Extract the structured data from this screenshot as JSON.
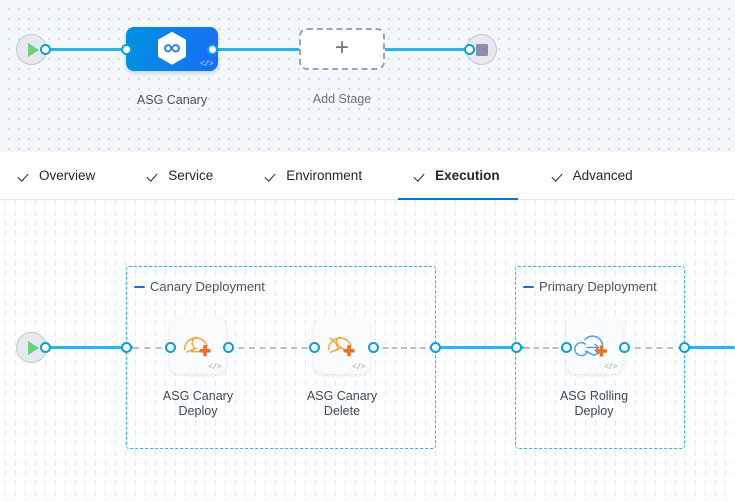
{
  "stage_canvas": {
    "start_node": {
      "icon": "play-icon"
    },
    "end_node": {
      "icon": "stop-icon"
    },
    "stage": {
      "label": "ASG Canary",
      "icon": "harness-hexagon-icon",
      "code_badge": "</>"
    },
    "add_stage": {
      "label": "Add Stage",
      "icon": "plus-icon"
    }
  },
  "tabs": [
    {
      "label": "Overview",
      "active": false,
      "icon": "check-icon"
    },
    {
      "label": "Service",
      "active": false,
      "icon": "check-icon"
    },
    {
      "label": "Environment",
      "active": false,
      "icon": "check-icon"
    },
    {
      "label": "Execution",
      "active": true,
      "icon": "check-icon"
    },
    {
      "label": "Advanced",
      "active": false,
      "icon": "check-icon"
    }
  ],
  "execution": {
    "start_node": {
      "icon": "play-icon"
    },
    "groups": [
      {
        "name": "canary-deployment",
        "label": "Canary Deployment"
      },
      {
        "name": "primary-deployment",
        "label": "Primary Deployment"
      }
    ],
    "steps": [
      {
        "name": "asg-canary-deploy",
        "label_line1": "ASG Canary",
        "label_line2": "Deploy",
        "icon": "asg-canary-deploy-icon",
        "code_badge": "</>"
      },
      {
        "name": "asg-canary-delete",
        "label_line1": "ASG Canary",
        "label_line2": "Delete",
        "icon": "asg-canary-delete-icon",
        "code_badge": "</>"
      },
      {
        "name": "asg-rolling-deploy",
        "label_line1": "ASG Rolling",
        "label_line2": "Deploy",
        "icon": "asg-rolling-deploy-icon",
        "code_badge": "</>"
      }
    ]
  },
  "colors": {
    "edge_blue": "#29b5e8",
    "tab_active": "#0278d5",
    "stage_gradient_from": "#0091e0",
    "stage_gradient_to": "#1a6ef5",
    "group_border": "#29b5e8",
    "icon_amber": "#f0a23c",
    "icon_orange": "#ef6f2a",
    "icon_blue": "#4a90d9"
  }
}
